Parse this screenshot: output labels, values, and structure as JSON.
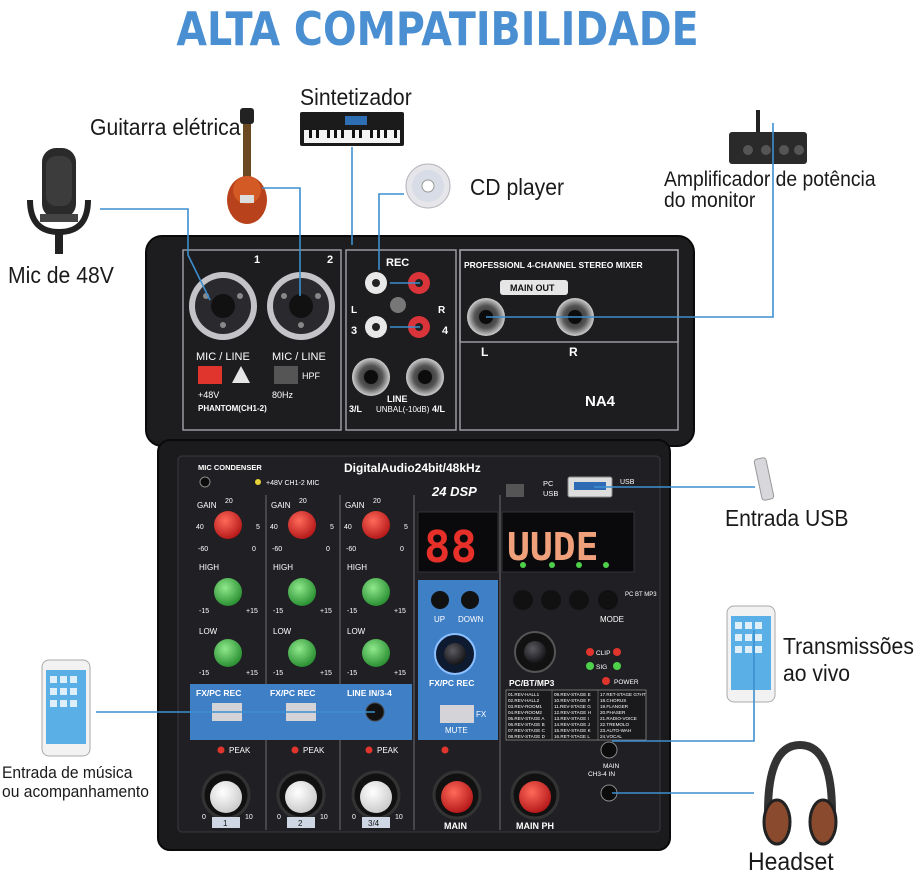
{
  "title": "ALTA COMPATIBILIDADE",
  "labels": {
    "mic": "Mic de 48V",
    "guitar": "Guitarra elétrica",
    "synth": "Sintetizador",
    "cd": "CD player",
    "amp_line1": "Amplificador de potência",
    "amp_line2": "do monitor",
    "usb": "Entrada USB",
    "live_line1": "Transmissões",
    "live_line2": "ao vivo",
    "music_line1": "Entrada de música",
    "music_line2": "ou acompanhamento",
    "headset": "Headset"
  },
  "mixer": {
    "ch1_num": "1",
    "ch2_num": "2",
    "rec": "REC",
    "rec_l": "L",
    "rec_r": "R",
    "in3": "3",
    "in4": "4",
    "mic_line": "MIC / LINE",
    "plus48v": "+48V",
    "phantom": "PHANTOM(CH1-2)",
    "hpf": "HPF",
    "hz80": "80Hz",
    "line": "LINE",
    "unbal": "UNBAL(-10dB)",
    "l3": "3/L",
    "l4": "4/L",
    "header": "PROFESSIONL 4-CHANNEL STEREO MIXER",
    "main_out": "MAIN OUT",
    "out_l": "L",
    "out_r": "R",
    "model": "NA4",
    "mic_condenser": "MIC CONDENSER",
    "ch12_mic": "+48V CH1-2 MIC",
    "digital": "DigitalAudio24bit/48kHz",
    "dsp": "24 DSP",
    "pc": "PC",
    "usb": "USB",
    "usb_port": "USB",
    "gain": "GAIN",
    "high": "HIGH",
    "low": "LOW",
    "fx_pc_rec": "FX/PC REC",
    "line_in_34": "LINE IN/3-4",
    "peak": "PEAK",
    "up": "UP",
    "down": "DOWN",
    "fx": "FX",
    "mute": "MUTE",
    "mode": "MODE",
    "pc_bt_mp3": "PC/BT/MP3",
    "pc_bt_mp3_small": "PC BT MP3",
    "clip": "CLIP",
    "sig": "SIG",
    "power": "POWER",
    "main": "MAIN",
    "main_ph": "MAIN PH",
    "ch34_in": "CH3-4 IN",
    "led_num": "88",
    "led_text": "UUDE",
    "fader_labels": [
      "1",
      "2",
      "3/4"
    ],
    "scale_20": "20",
    "scale_40": "40",
    "scale_5": "5",
    "scale_minus60": "-60",
    "scale_0": "0",
    "scale_m15": "-15",
    "scale_p15": "+15",
    "scale_10": "10",
    "presets": [
      "01.REV-HALL1",
      "02.REV-HALL2",
      "03.REV-ROOM1",
      "04.REV-ROOM2",
      "05.REV-STAGE A",
      "06.REV-STAGE B",
      "07.REV-STAGE C",
      "08.REV-STAGE D",
      "09.REV-STAGE E",
      "10.REV-STAGE F",
      "11.REV-STAGE G",
      "12.REV-STAGE H",
      "13.REV-STAGE I",
      "14.REV-STAGE J",
      "15.REV-STAGE K",
      "16.RET-STAGE L",
      "17.RET-STAGE G7HT",
      "18.CHORUS",
      "19.FLANGER",
      "20.PHASER",
      "21.RADIO-VOICE",
      "22.TREMOLO",
      "23.AUTO-WAH",
      "24.VOCAL"
    ]
  },
  "colors": {
    "title": "#4a8fd1",
    "callout_line": "#3d8fd0",
    "panel": "#1f1f22",
    "fx_blue": "#3f7fc6",
    "knob_red": "#d8282a",
    "knob_green": "#3fb24a"
  }
}
